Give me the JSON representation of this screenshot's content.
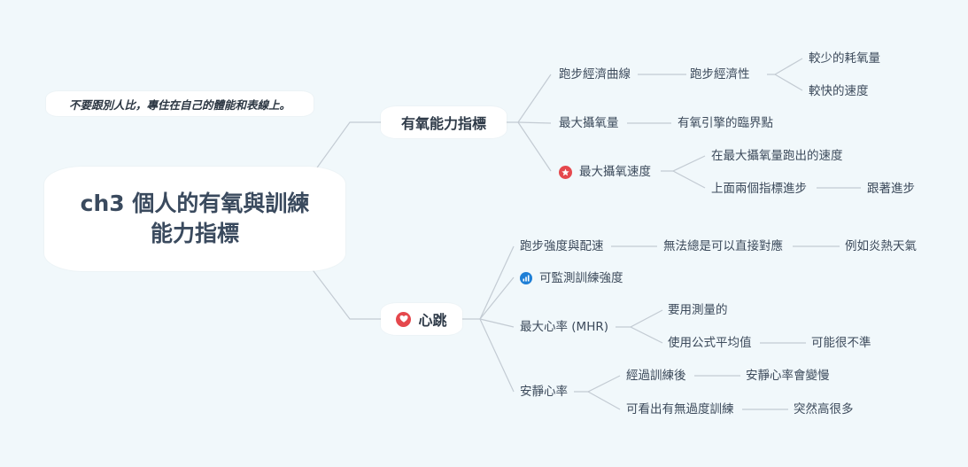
{
  "root": {
    "line1": "ch3 個人的有氧與訓練",
    "line2": "能力指標"
  },
  "note": "不要跟別人比，專住在自己的體能和表線上。",
  "aerobic": {
    "label": "有氧能力指標",
    "economy": {
      "label": "跑步經濟曲線",
      "child": "跑步經濟性",
      "leaf1": "較少的耗氧量",
      "leaf2": "較快的速度"
    },
    "vo2max": {
      "label": "最大攝氧量",
      "child": "有氧引擎的臨界點"
    },
    "vvo2": {
      "label": "最大攝氧速度",
      "icon": "star-badge-icon",
      "child1": "在最大攝氧量跑出的速度",
      "child2": "上面兩個指標進步",
      "leaf": "跟著進步"
    }
  },
  "heart": {
    "label": "心跳",
    "icon": "heart-icon",
    "pace": {
      "label": "跑步強度與配速",
      "child": "無法總是可以直接對應",
      "leaf": "例如炎熱天氣"
    },
    "monitor": {
      "label": "可監測訓練強度",
      "icon": "bar-chart-icon"
    },
    "mhr": {
      "label": "最大心率 (MHR)",
      "child1": "要用測量的",
      "child2": "使用公式平均值",
      "leaf": "可能很不準"
    },
    "rhr": {
      "label": "安靜心率",
      "child1": "經過訓練後",
      "leaf1": "安靜心率會變慢",
      "child2": "可看出有無過度訓練",
      "leaf2": "突然高很多"
    }
  },
  "colors": {
    "background": "#f1f8fb",
    "line": "#c3cbd3",
    "star": "#e5484d",
    "heart": "#e5484d",
    "chart": "#1e7fd6"
  }
}
